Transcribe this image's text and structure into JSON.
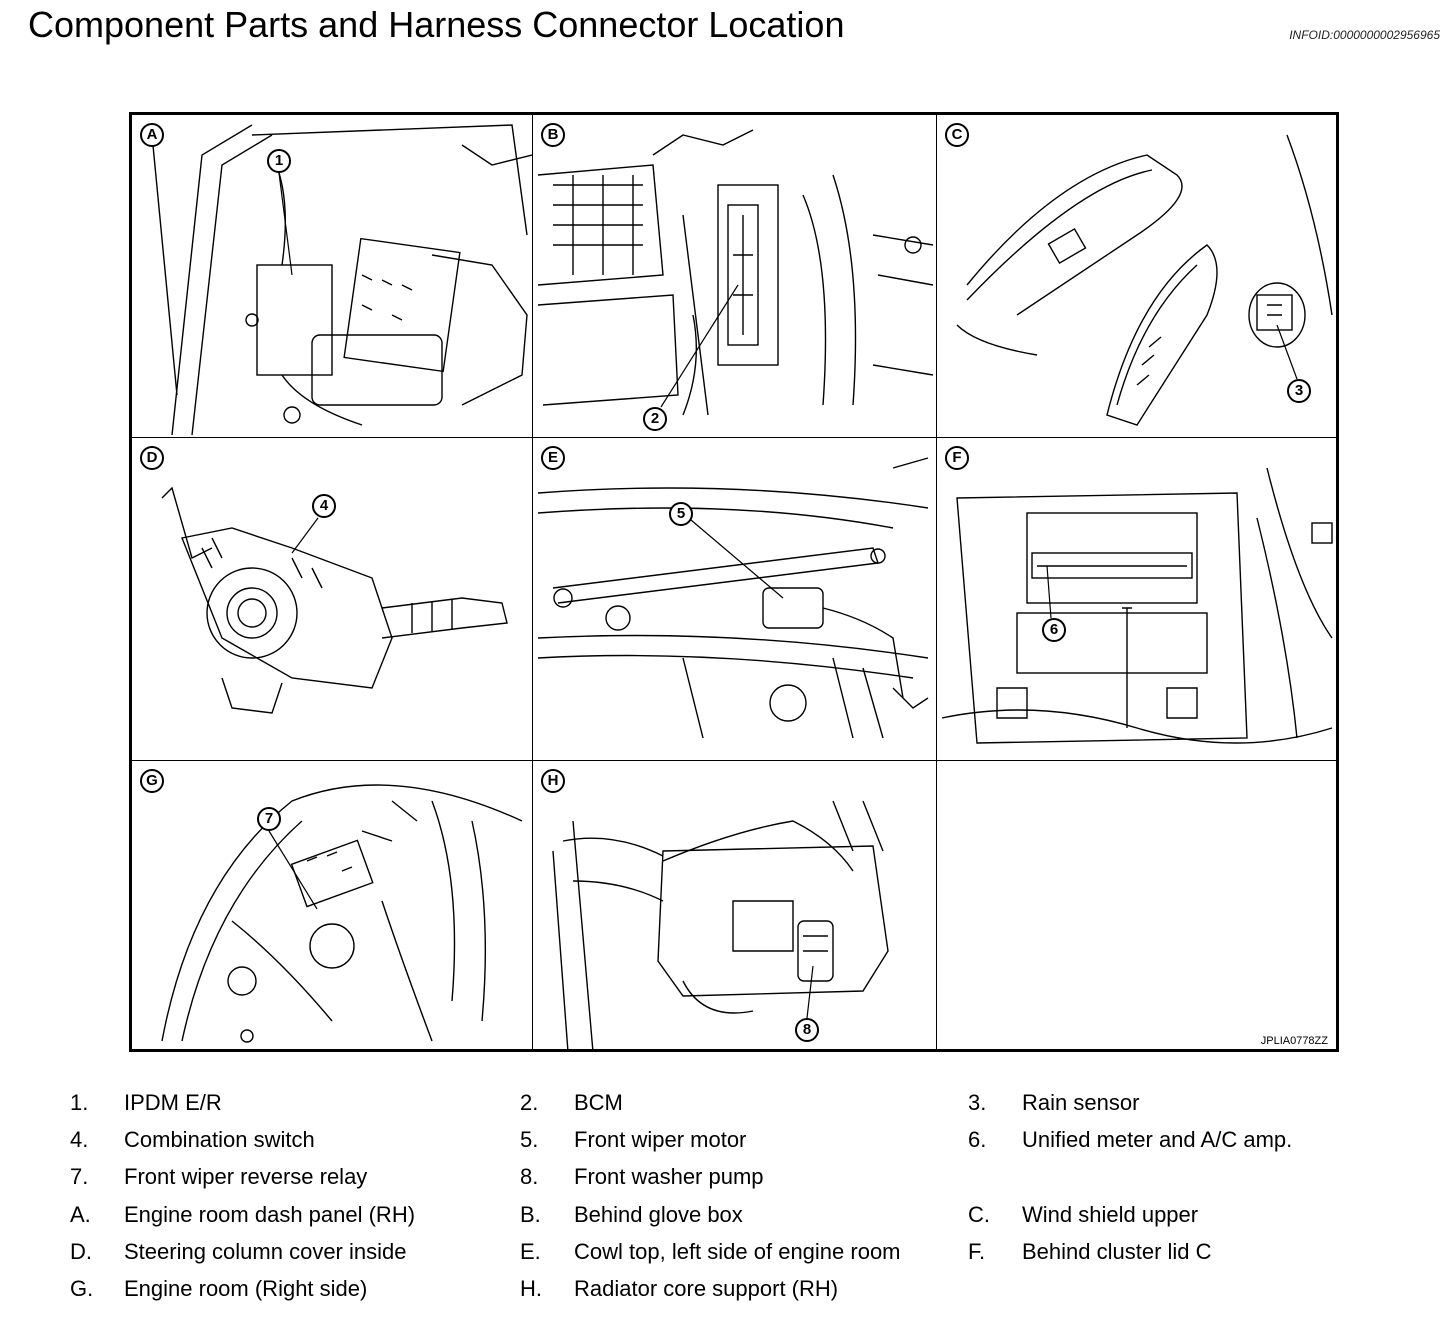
{
  "header": {
    "title": "Component Parts and Harness Connector Location",
    "info_id": "INFOID:0000000002956965"
  },
  "figure": {
    "code": "JPLIA0778ZZ",
    "panels": [
      "A",
      "B",
      "C",
      "D",
      "E",
      "F",
      "G",
      "H"
    ],
    "callouts": [
      "1",
      "2",
      "3",
      "4",
      "5",
      "6",
      "7",
      "8"
    ]
  },
  "legend": {
    "items": [
      {
        "num": "1.",
        "text": "IPDM E/R"
      },
      {
        "num": "2.",
        "text": "BCM"
      },
      {
        "num": "3.",
        "text": "Rain sensor"
      },
      {
        "num": "4.",
        "text": "Combination switch"
      },
      {
        "num": "5.",
        "text": "Front wiper motor"
      },
      {
        "num": "6.",
        "text": "Unified meter and A/C amp."
      },
      {
        "num": "7.",
        "text": "Front wiper reverse relay"
      },
      {
        "num": "8.",
        "text": "Front washer pump"
      },
      {
        "num": "A.",
        "text": "Engine room dash panel (RH)"
      },
      {
        "num": "B.",
        "text": "Behind glove box"
      },
      {
        "num": "C.",
        "text": "Wind shield upper"
      },
      {
        "num": "D.",
        "text": "Steering column cover inside"
      },
      {
        "num": "E.",
        "text": "Cowl top, left side of engine room"
      },
      {
        "num": "F.",
        "text": "Behind cluster lid C"
      },
      {
        "num": "G.",
        "text": "Engine room (Right side)"
      },
      {
        "num": "H.",
        "text": "Radiator core support (RH)"
      }
    ]
  }
}
